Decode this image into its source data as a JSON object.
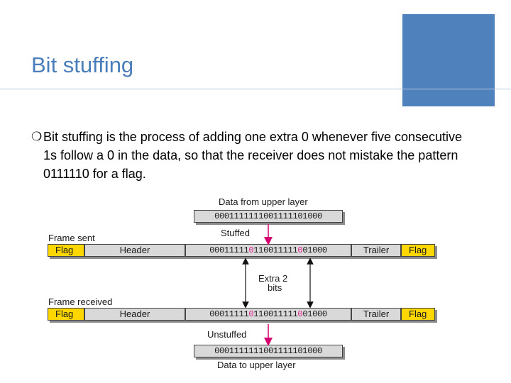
{
  "slide": {
    "title": "Bit stuffing",
    "bullet_marker": "❍",
    "bullet_text": "Bit stuffing is the process of adding one extra 0 whenever five consecutive 1s follow a 0 in the data, so that the receiver does not mistake the pattern 0111110 for a flag."
  },
  "diagram": {
    "top_label": "Data from upper layer",
    "top_bits": "0001111111001111101000",
    "stuffed_label": "Stuffed",
    "frame_sent_label": "Frame sent",
    "frame_received_label": "Frame received",
    "flag": "Flag",
    "header": "Header",
    "trailer": "Trailer",
    "frame_bits": {
      "a": "00011111",
      "b": "0",
      "c": "110011111",
      "d": "0",
      "e": "01000"
    },
    "extra_label_line1": "Extra 2",
    "extra_label_line2": "bits",
    "unstuffed_label": "Unstuffed",
    "bottom_bits": "0001111111001111101000",
    "bottom_label": "Data to upper layer"
  },
  "colors": {
    "title": "#4a7ebb",
    "accent_box": "#4f81bd",
    "flag_fill": "#ffd700",
    "box_fill": "#d9d9d9",
    "stuffed_bit": "#e0208c"
  }
}
